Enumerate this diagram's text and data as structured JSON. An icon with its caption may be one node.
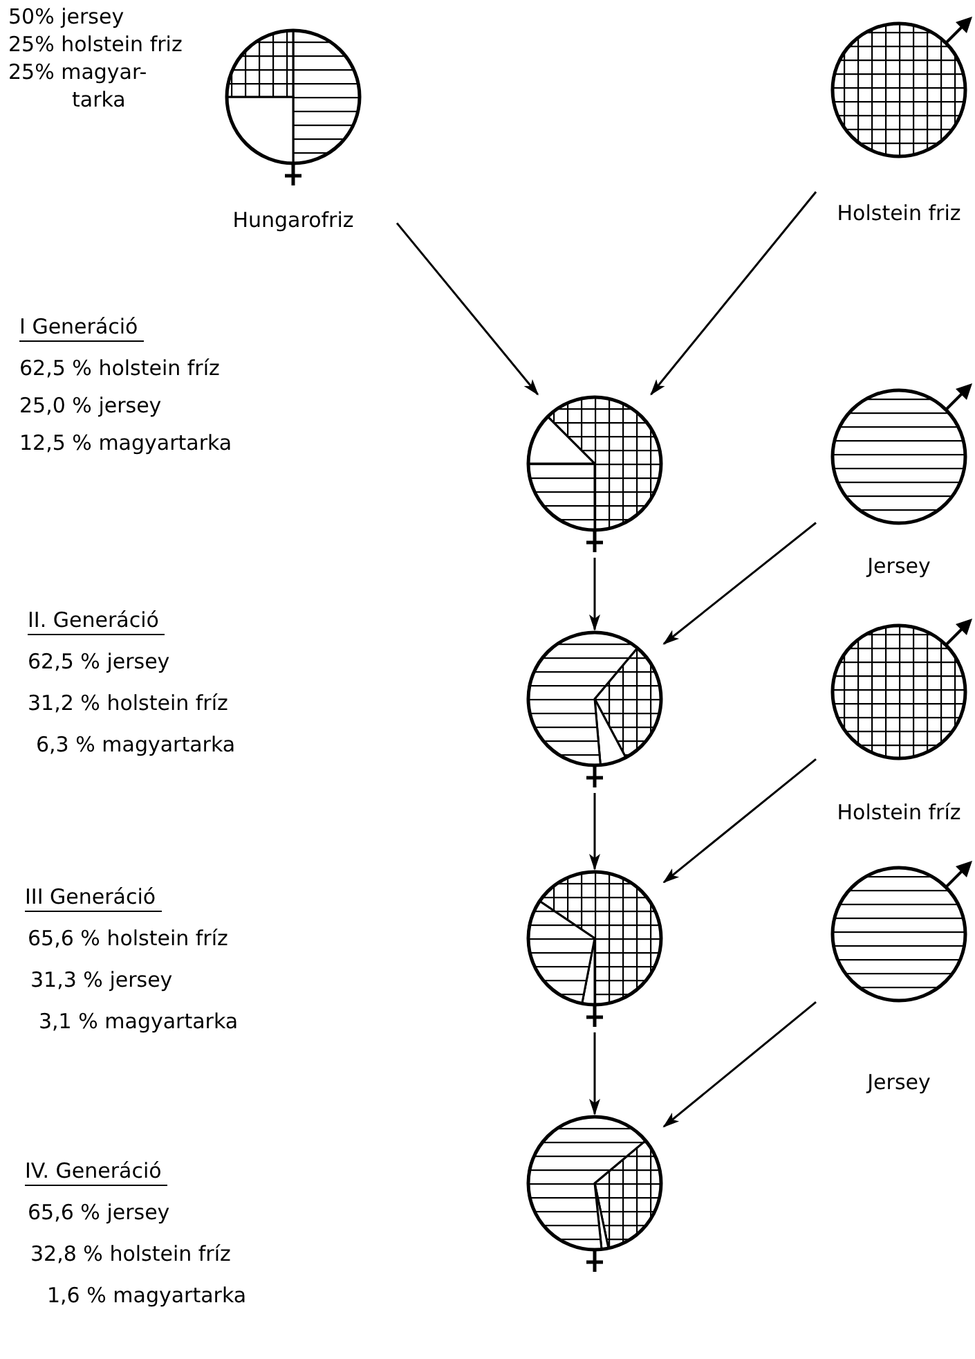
{
  "diagram": {
    "nodes": [
      {
        "text": [],
        "shape": "circle",
        "beside": [
          "Hungarofriz"
        ]
      },
      {
        "text": [],
        "shape": "circle",
        "beside": [
          "Holstein friz"
        ]
      },
      {
        "text": [],
        "shape": "circle"
      },
      {
        "text": [],
        "shape": "circle",
        "beside": [
          "Jersey"
        ]
      },
      {
        "text": [],
        "shape": "circle"
      },
      {
        "text": [],
        "shape": "circle",
        "beside": [
          "Holstein fríz"
        ]
      },
      {
        "text": [],
        "shape": "circle"
      },
      {
        "text": [],
        "shape": "circle",
        "beside": [
          "Jersey"
        ]
      },
      {
        "text": [],
        "shape": "circle"
      }
    ],
    "edges": [
      {
        "from": 0,
        "to": 2,
        "arrow": "to"
      },
      {
        "from": 1,
        "to": 2,
        "arrow": "to"
      },
      {
        "from": 2,
        "to": 4,
        "arrow": "to"
      },
      {
        "from": 3,
        "to": 4,
        "arrow": "to"
      },
      {
        "from": 4,
        "to": 6,
        "arrow": "to"
      },
      {
        "from": 5,
        "to": 6,
        "arrow": "to"
      },
      {
        "from": 6,
        "to": 8,
        "arrow": "to"
      },
      {
        "from": 7,
        "to": 8,
        "arrow": "to"
      }
    ],
    "labels": [
      "50% jersey",
      "25% holstein friz",
      "25% magyar- tarka",
      "I Generáció",
      "62,5 % holstein fríz",
      "25,0 % jersey",
      "12,5 % magyartarka",
      "II. Generáció",
      "62,5 % jersey",
      "31,2 % holstein fríz",
      "6,3 % magyartarka",
      "III Generáció",
      "65,6 % holstein fríz",
      "31,3 % jersey",
      "3,1 % magyartarka",
      "IV. Generáció",
      "65,6 % jersey",
      "32,8 % holstein fríz",
      "1,6 % magyartarka"
    ]
  }
}
